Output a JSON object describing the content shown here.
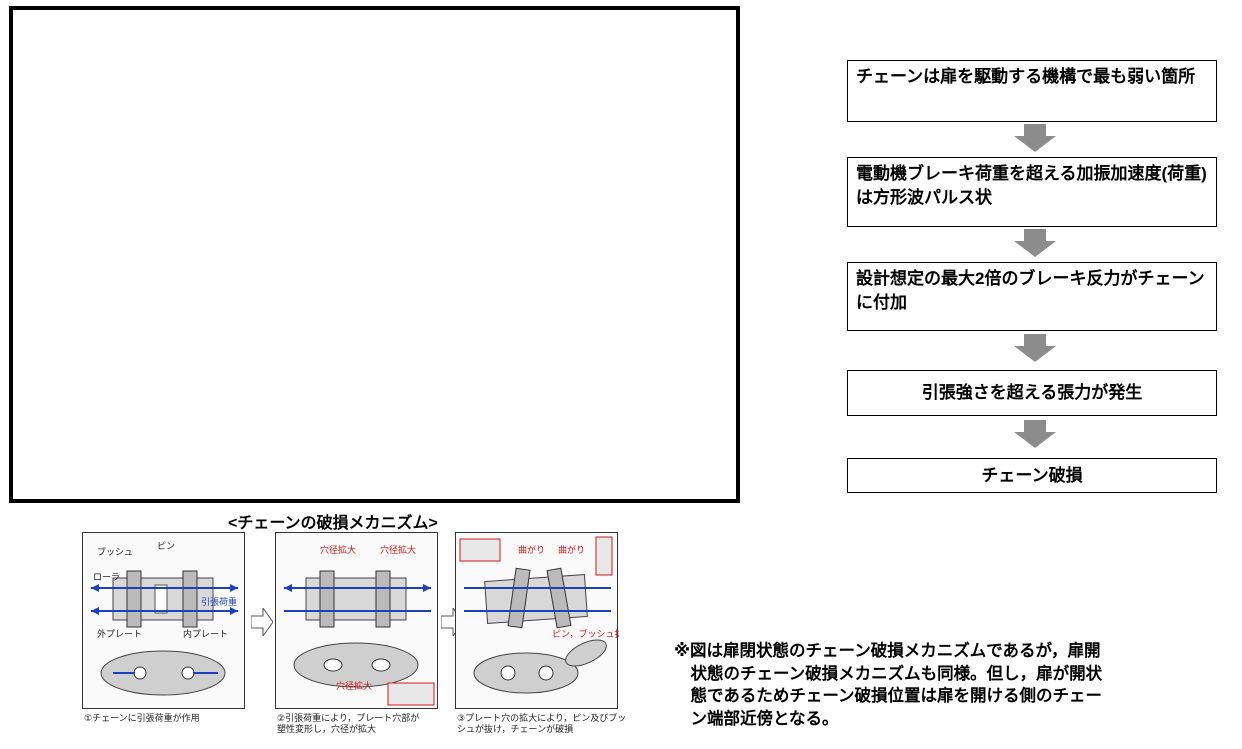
{
  "flowchart": {
    "steps": [
      "チェーンは扉を駆動する機構で最も弱い箇所",
      "電動機ブレーキ荷重を超える加振加速度(荷重)は方形波パルス状",
      "設計想定の最大2倍のブレーキ反力がチェーンに付加",
      "引張強さを超える張力が発生",
      "チェーン破損"
    ]
  },
  "mechanism": {
    "title": "<チェーンの破損メカニズム>",
    "panel1": {
      "labels": {
        "bush": "ブッシュ",
        "pin": "ピン",
        "roller": "ローラ",
        "tension": "引張荷重",
        "outer_plate": "外プレート",
        "inner_plate": "内プレート"
      },
      "caption": "①チェーンに引張荷重が作用"
    },
    "panel2": {
      "labels": {
        "hole_expand_a": "穴径拡大",
        "hole_expand_b": "穴径拡大",
        "hole_expand_c": "穴径拡大"
      },
      "caption": "②引張荷重により，プレート穴部が\n塑性変形し，穴径が拡大"
    },
    "panel3": {
      "labels": {
        "bend_a": "曲がり",
        "bend_b": "曲がり",
        "pin_bush_out": "ピン，ブッシュ抜け"
      },
      "caption": "③プレート穴の拡大により，ピン及びブッ\nシュが抜け，チェーンが破損"
    }
  },
  "note": "※図は扉閉状態のチェーン破損メカニズムであるが，扉開\n　状態のチェーン破損メカニズムも同様。但し，扉が開状\n　態であるためチェーン破損位置は扉を開ける側のチェー\n　ン端部近傍となる。",
  "colors": {
    "arrow": "#8c8c8c",
    "label_red": "#d01818",
    "label_blue": "#1a3fbf"
  }
}
